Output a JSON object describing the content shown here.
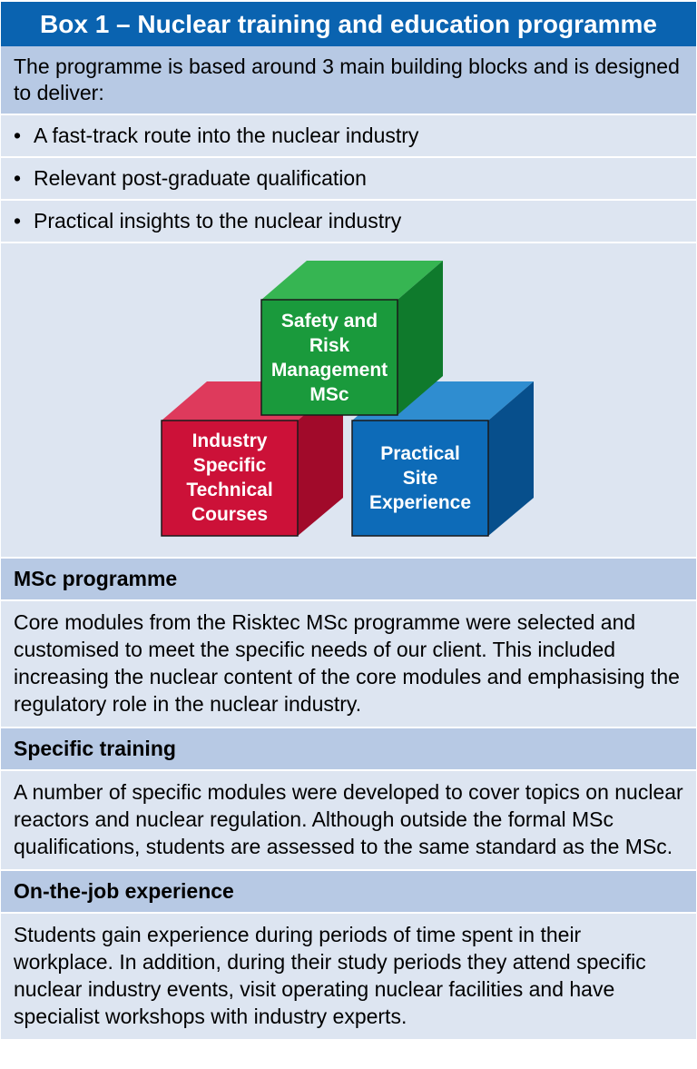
{
  "title": "Box 1 – Nuclear training and education programme",
  "intro": "The programme is based around 3 main building blocks and is designed to deliver:",
  "bullets": [
    "A fast-track route into the nuclear industry",
    "Relevant post-graduate qualification",
    "Practical insights to the nuclear industry"
  ],
  "bullet_glyph": "•",
  "diagram": {
    "top_block": [
      "Safety and",
      "Risk",
      "Management",
      "MSc"
    ],
    "left_block": [
      "Industry",
      "Specific",
      "Technical",
      "Courses"
    ],
    "right_block": [
      "Practical",
      "Site",
      "Experience"
    ],
    "colors": {
      "green": "#1a9a3c",
      "red": "#cc1138",
      "blue": "#0d6bb8"
    }
  },
  "sections": [
    {
      "heading": "MSc programme",
      "text": "Core modules from the Risktec MSc programme were selected and customised to meet the specific needs of our client. This included increasing the nuclear content of the core modules and emphasising the regulatory role in the nuclear industry."
    },
    {
      "heading": "Specific training",
      "text": "A number of specific modules were developed to cover topics on nuclear reactors and nuclear regulation. Although outside the formal MSc qualifications, students are assessed to the same standard as the MSc."
    },
    {
      "heading": "On-the-job experience",
      "text": "Students gain experience during periods of time spent in their workplace. In addition, during their study periods they attend specific nuclear industry events, visit operating nuclear facilities and have specialist workshops with industry experts."
    }
  ]
}
